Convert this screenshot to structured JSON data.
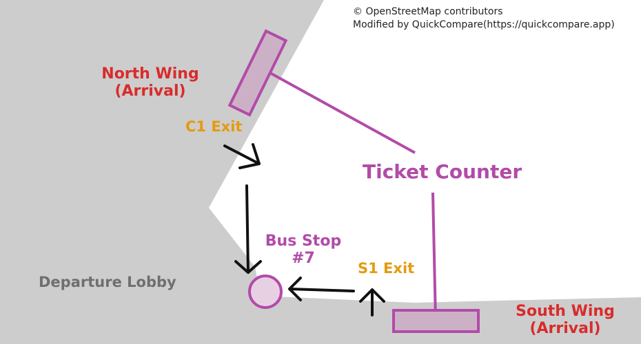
{
  "attribution": {
    "line1": "© OpenStreetMap contributors",
    "line2": "Modified by QuickCompare(https://quickcompare.app)"
  },
  "labels": {
    "north_wing_line1": "North Wing",
    "north_wing_line2": "(Arrival)",
    "c1_exit": "C1 Exit",
    "ticket_counter": "Ticket Counter",
    "bus_stop_line1": "Bus Stop",
    "bus_stop_line2": "#7",
    "s1_exit": "S1 Exit",
    "departure_lobby": "Departure Lobby",
    "south_wing_line1": "South Wing",
    "south_wing_line2": "(Arrival)"
  },
  "colors": {
    "building": "#cdcdcd",
    "background": "#ffffff",
    "red_label": "#d92b2b",
    "exit_label": "#e39b0f",
    "ticket_purple": "#b24ba8",
    "counter_fill": "#ccb1c6",
    "gray_label": "#6f6f6f",
    "arrow": "#111111"
  },
  "icons": {
    "counter": "counter-rect-icon",
    "bus_stop": "bus-stop-circle-icon",
    "arrow": "arrow-icon"
  }
}
